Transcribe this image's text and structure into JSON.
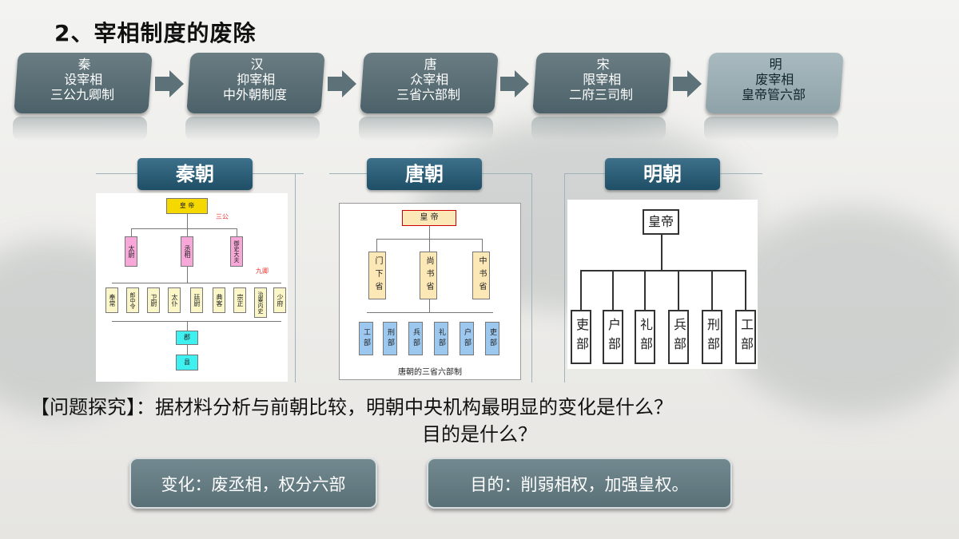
{
  "title": "2、宰相制度的废除",
  "stages": [
    {
      "name": "秦",
      "line1": "设宰相",
      "line2": "三公九卿制"
    },
    {
      "name": "汉",
      "line1": "抑宰相",
      "line2": "中外朝制度"
    },
    {
      "name": "唐",
      "line1": "众宰相",
      "line2": "三省六部制"
    },
    {
      "name": "宋",
      "line1": "限宰相",
      "line2": "二府三司制"
    },
    {
      "name": "明",
      "line1": "废宰相",
      "line2": "皇帝管六部"
    }
  ],
  "dynasties": {
    "qin": "秦朝",
    "tang": "唐朝",
    "ming": "明朝"
  },
  "qin_chart": {
    "emperor": "皇 帝",
    "sangong_label": "三公",
    "jiuqing_label": "九卿",
    "sangong": [
      "太尉",
      "丞相",
      "御史大夫"
    ],
    "jiuqing": [
      "奉常",
      "郎中令",
      "卫尉",
      "太仆",
      "廷尉",
      "典客",
      "宗正",
      "治粟内史",
      "少府"
    ],
    "jun": "郡",
    "xian": "县"
  },
  "tang_chart": {
    "emperor": "皇 帝",
    "sansheng": [
      "门下省",
      "尚书省",
      "中书省"
    ],
    "liubu": [
      "工部",
      "刑部",
      "兵部",
      "礼部",
      "户部",
      "吏部"
    ],
    "caption": "唐朝的三省六部制"
  },
  "ming_chart": {
    "emperor": "皇帝",
    "liubu": [
      "吏部",
      "户部",
      "礼部",
      "兵部",
      "刑部",
      "工部"
    ]
  },
  "question": {
    "line1": "【问题探究】：据材料分析与前朝比较，明朝中央机构最明显的变化是什么？",
    "line2": "目的是什么？"
  },
  "answers": {
    "change": "变化：废丞相，权分六部",
    "purpose": "目的：削弱相权，加强皇权。"
  },
  "colors": {
    "stage": "#4c6169",
    "label": "#1f4f67",
    "qin_emperor": "#f5d800",
    "qin_sangong": "#f7a8d8",
    "qin_jiuqing": "#fbf6c8",
    "qin_jun": "#3ff0f0",
    "tang_sheng": "#fbe8b6",
    "tang_bu": "#9cc7ee"
  }
}
